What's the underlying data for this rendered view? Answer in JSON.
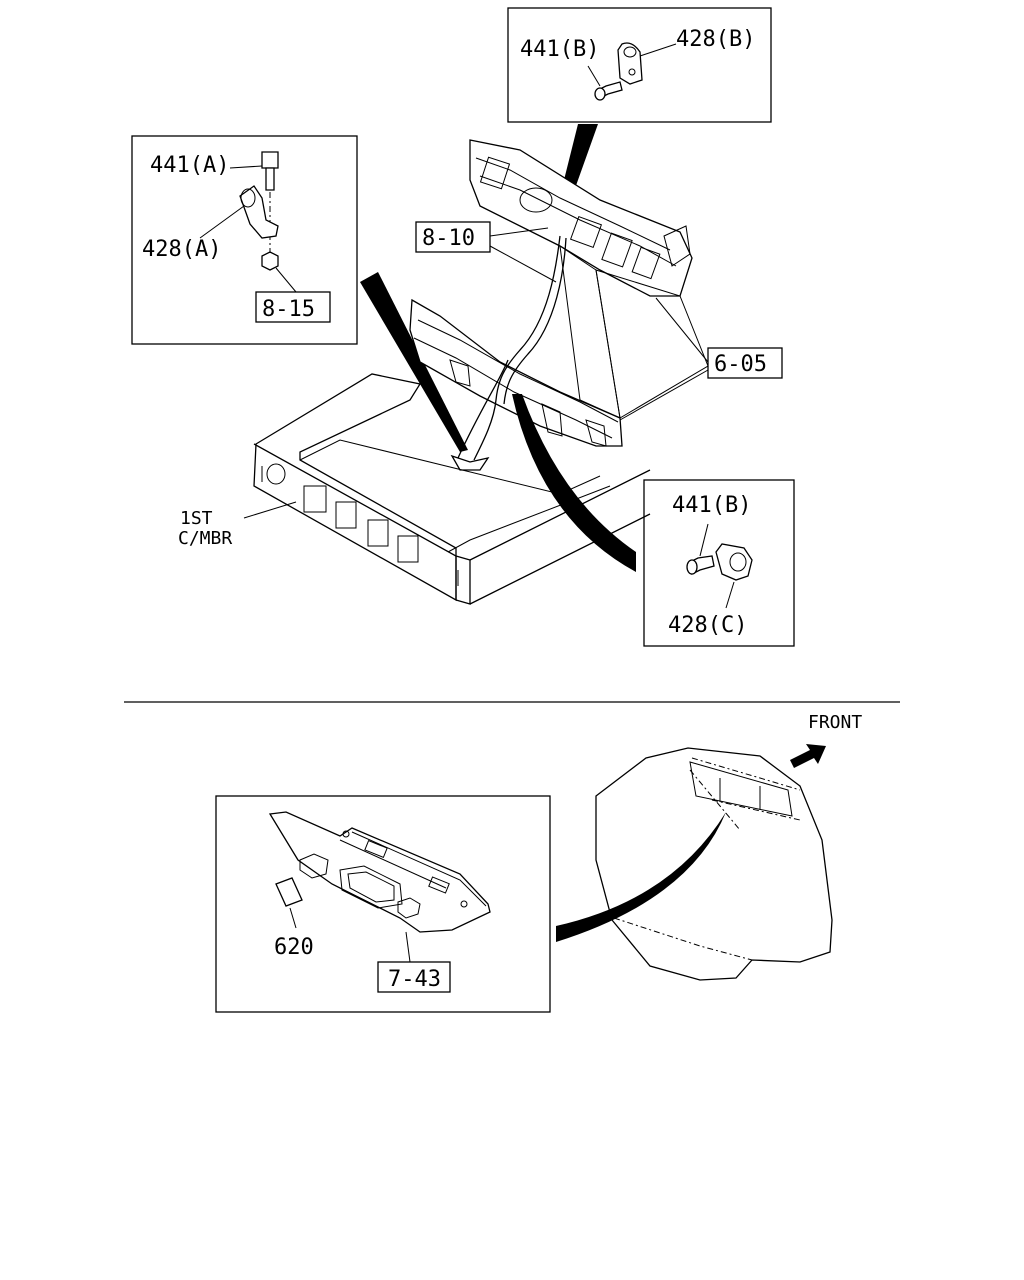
{
  "labels": {
    "top_clip_bolt": "441(B)",
    "top_clip": "428(B)",
    "left_bolt": "441(A)",
    "left_clip": "428(A)",
    "left_ref": "8-15",
    "harness_ref": "8-10",
    "panel_ref": "6-05",
    "right_bolt": "441(B)",
    "right_clip": "428(C)",
    "member_line1": "1ST",
    "member_line2": "C/MBR",
    "front": "FRONT",
    "label_part": "620",
    "console_ref": "7-43"
  }
}
